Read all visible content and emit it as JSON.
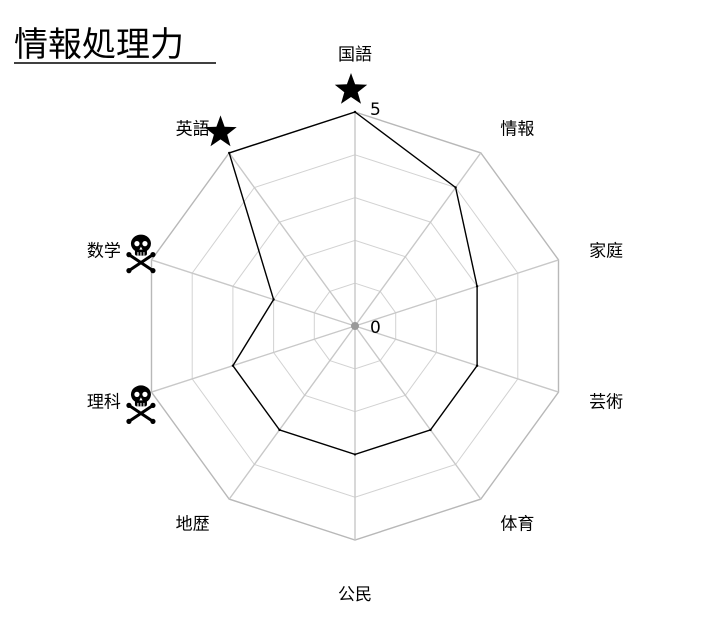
{
  "chart_data": {
    "type": "radar",
    "title": "情報処理力",
    "axes": [
      "国語",
      "情報",
      "家庭",
      "芸術",
      "体育",
      "公民",
      "地歴",
      "理科",
      "数学",
      "英語"
    ],
    "values": [
      5,
      4,
      3,
      3,
      3,
      3,
      3,
      3,
      2,
      5
    ],
    "rlim": [
      0,
      5
    ],
    "rticks": [
      0,
      1,
      2,
      3,
      4,
      5
    ],
    "rtick_labels": [
      "0",
      "5"
    ],
    "grid": true,
    "series_color": "#000000",
    "grid_color": "#c8c8c8",
    "markers": [
      {
        "axis": "国語",
        "icon": "star-icon"
      },
      {
        "axis": "英語",
        "icon": "star-icon"
      },
      {
        "axis": "数学",
        "icon": "skull-crossbones-icon"
      },
      {
        "axis": "理科",
        "icon": "skull-crossbones-icon"
      }
    ]
  }
}
